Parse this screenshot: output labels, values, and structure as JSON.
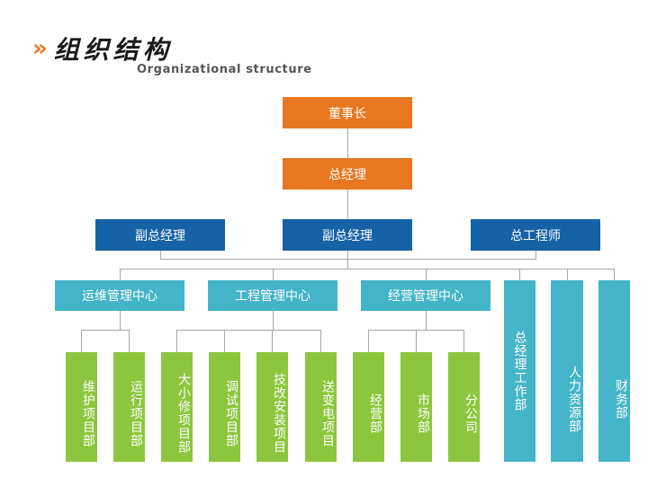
{
  "header": {
    "chevron": "»",
    "title": "组织结构",
    "subtitle": "Organizational structure"
  },
  "chart": {
    "chairman": "董事长",
    "general_manager": "总经理",
    "deputies": [
      "副总经理",
      "副总经理",
      "总工程师"
    ],
    "centers": [
      "运维管理中心",
      "工程管理中心",
      "经营管理中心"
    ],
    "standalone_departments": [
      "总经理工作部",
      "人力资源部",
      "财务部"
    ],
    "units": [
      "维护项目部",
      "运行项目部",
      "大小修项目部",
      "调试项目部",
      "技改安装项目",
      "送变电项目",
      "经营部",
      "市场部",
      "分公司"
    ]
  },
  "colors": {
    "accent_orange": "#e8771f",
    "navy": "#1662a6",
    "teal": "#44b4c9",
    "green": "#8cc63e",
    "connector": "#a7a7a7"
  }
}
